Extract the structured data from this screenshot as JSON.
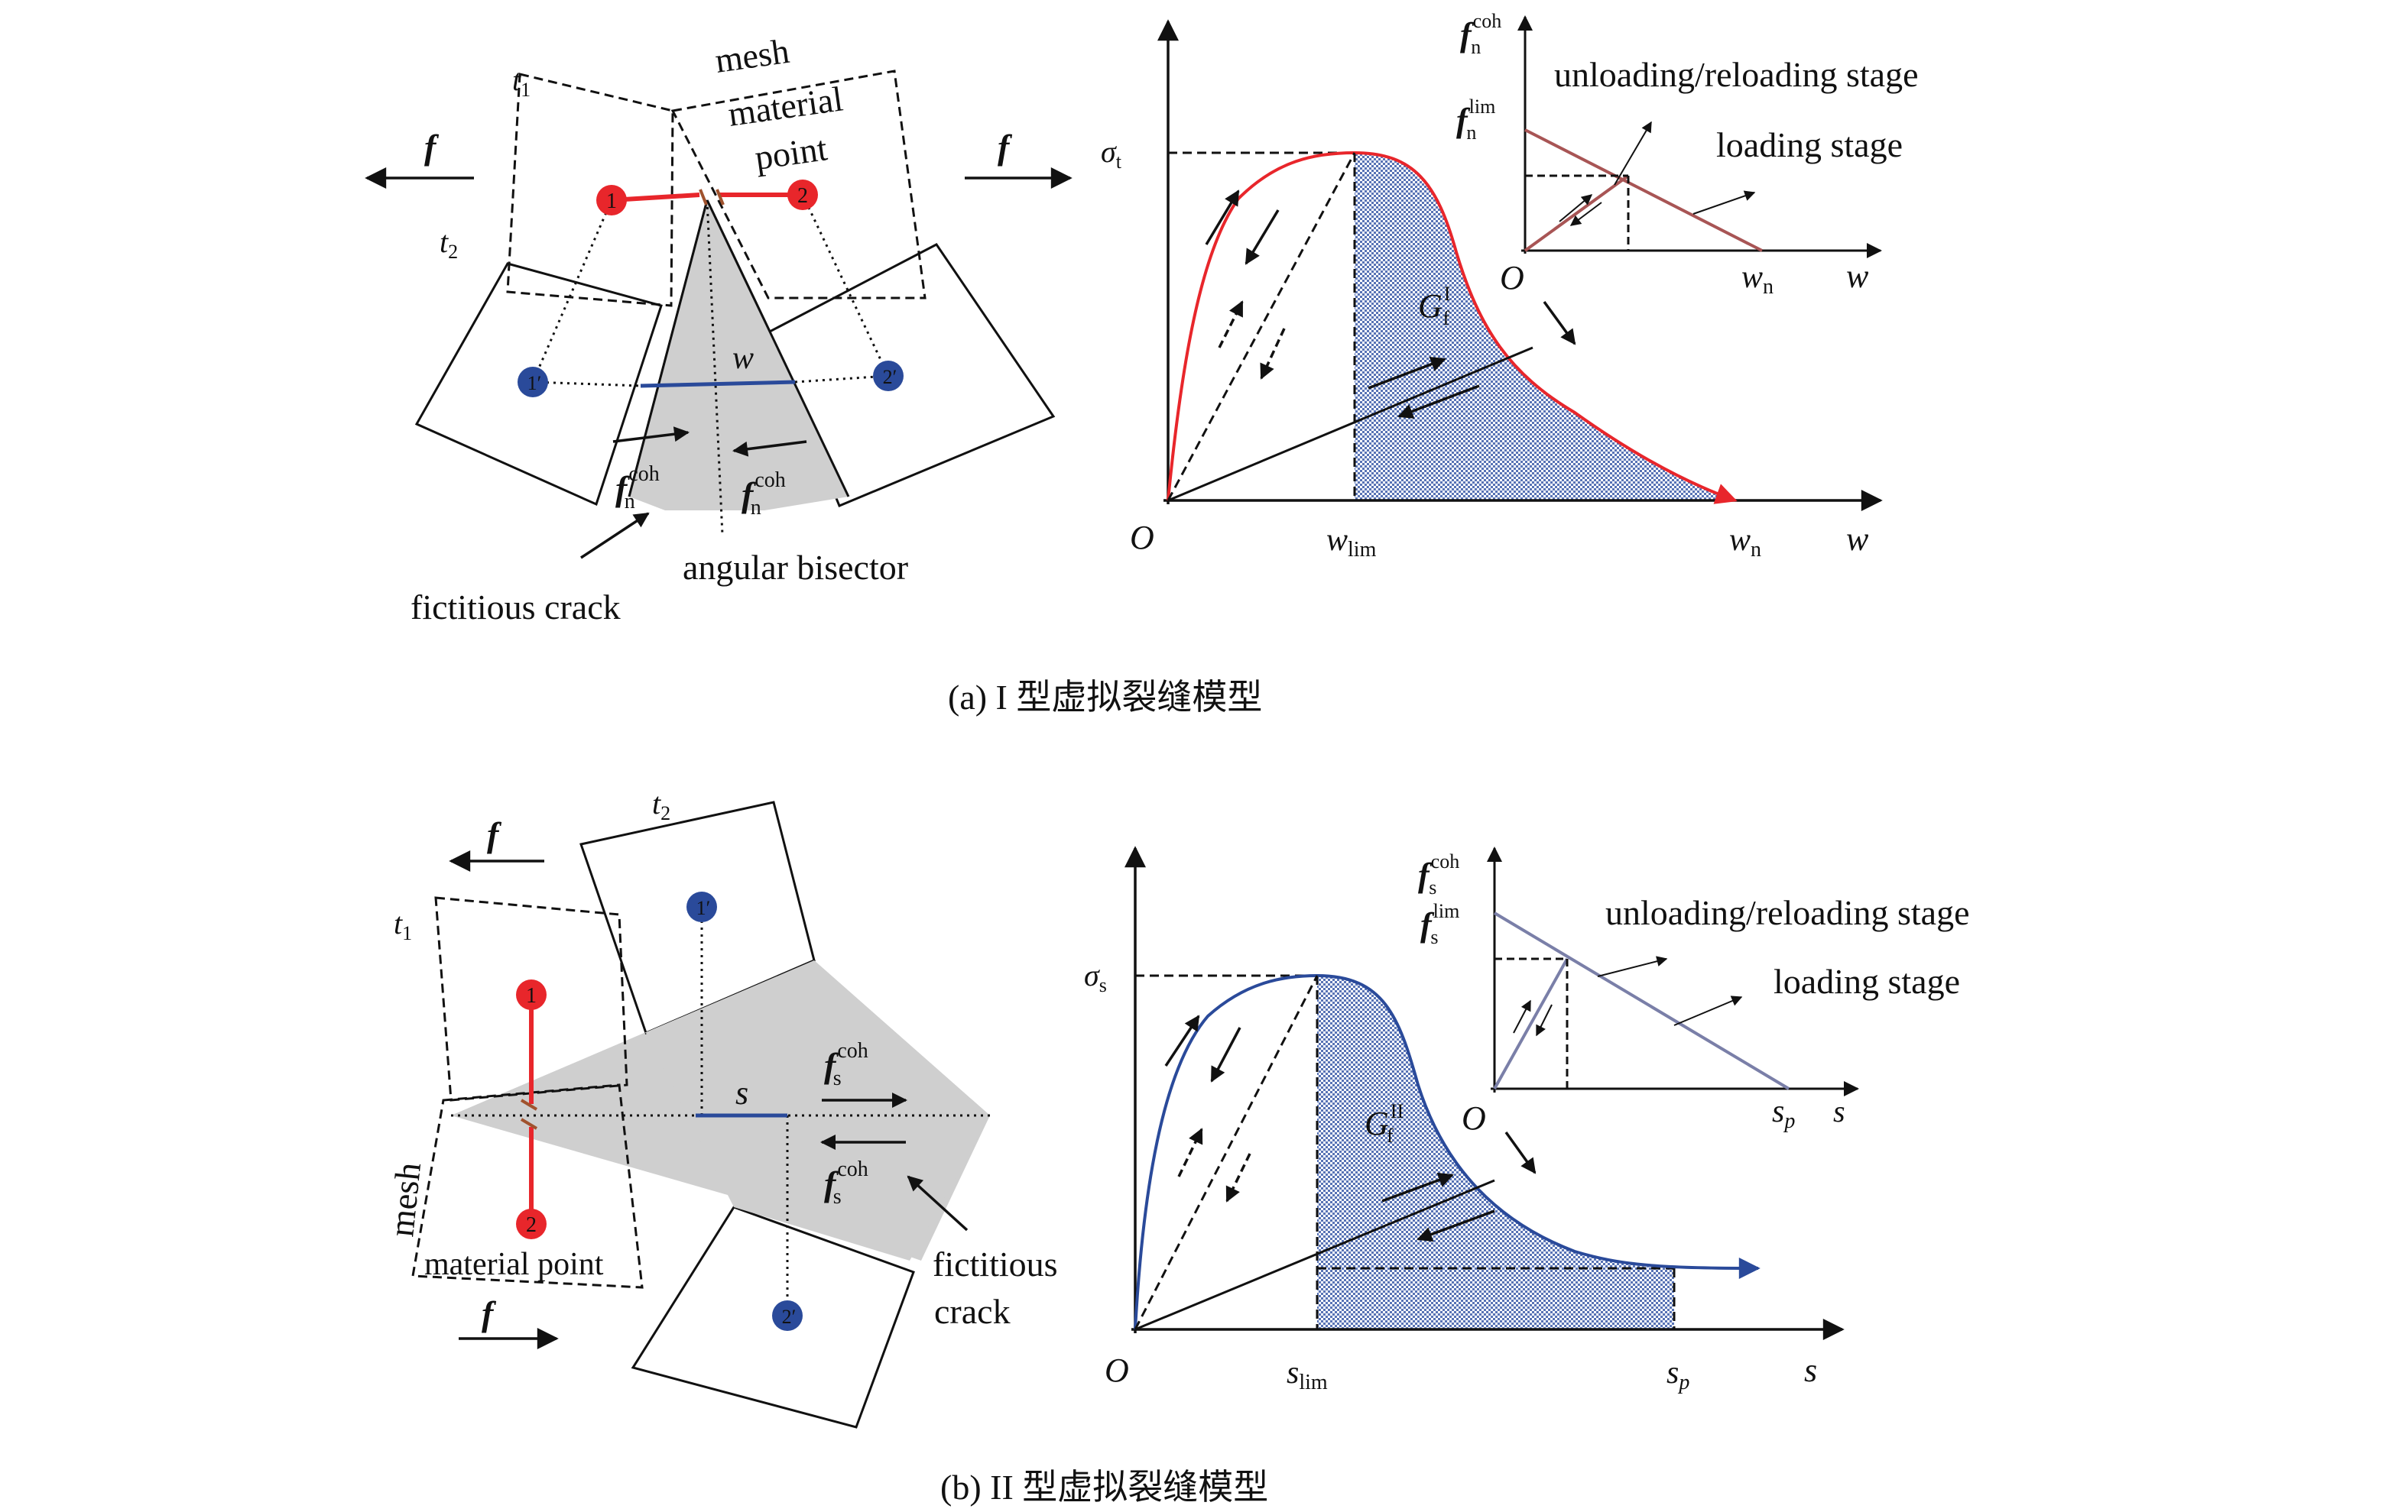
{
  "panel_a": {
    "caption": "(a) I 型虚拟裂缝模型",
    "left": {
      "mesh": "mesh",
      "material_point": "material point",
      "t1": "t",
      "t1_sub": "1",
      "t2": "t",
      "t2_sub": "2",
      "force": "f",
      "node1": "1",
      "node2": "2",
      "node1p": "1′",
      "node2p": "2′",
      "w": "w",
      "fcoh": "f",
      "fcoh_sup": "coh",
      "fcoh_sub": "n",
      "angular_bisector": "angular bisector",
      "fictitious_crack": "fictitious crack"
    },
    "right": {
      "sigma": "σ",
      "sigma_sub": "t",
      "origin": "O",
      "w_lim": "w",
      "w_lim_sub": "lim",
      "w_n": "w",
      "w_n_sub": "n",
      "axis_w": "w",
      "energy": "G",
      "energy_sup": "I",
      "energy_sub": "f",
      "inset": {
        "ylabel": "f",
        "ylabel_sup": "coh",
        "ylabel_sub": "n",
        "lim": "f",
        "lim_sup": "lim",
        "lim_sub": "n",
        "origin": "O",
        "wn": "w",
        "wn_sub": "n",
        "axis_w": "w",
        "unloading": "unloading/reloading stage",
        "loading": "loading stage"
      }
    }
  },
  "panel_b": {
    "caption": "(b) II 型虚拟裂缝模型",
    "left": {
      "mesh": "mesh",
      "material_point": "material point",
      "t1": "t",
      "t1_sub": "1",
      "t2": "t",
      "t2_sub": "2",
      "force": "f",
      "node1": "1",
      "node2": "2",
      "node1p": "1′",
      "node2p": "2′",
      "s": "s",
      "fcoh": "f",
      "fcoh_sup": "coh",
      "fcoh_sub": "s",
      "fictitious": "fictitious",
      "crack": "crack"
    },
    "right": {
      "sigma": "σ",
      "sigma_sub": "s",
      "origin": "O",
      "s_lim": "s",
      "s_lim_sub": "lim",
      "s_p": "s",
      "s_p_sub": "p",
      "axis_s": "s",
      "energy": "G",
      "energy_sup": "II",
      "energy_sub": "f",
      "inset": {
        "ylabel": "f",
        "ylabel_sup": "coh",
        "ylabel_sub": "s",
        "lim": "f",
        "lim_sup": "lim",
        "lim_sub": "s",
        "origin": "O",
        "sp": "s",
        "sp_sub": "p",
        "axis_s": "s",
        "unloading": "unloading/reloading stage",
        "loading": "loading stage"
      }
    }
  },
  "colors": {
    "red": "#e8262b",
    "blue": "#2a4a9a",
    "inset_red": "#a85555",
    "inset_blue": "#7a7fa8",
    "gray": "#cfcfcf",
    "black": "#111111"
  }
}
